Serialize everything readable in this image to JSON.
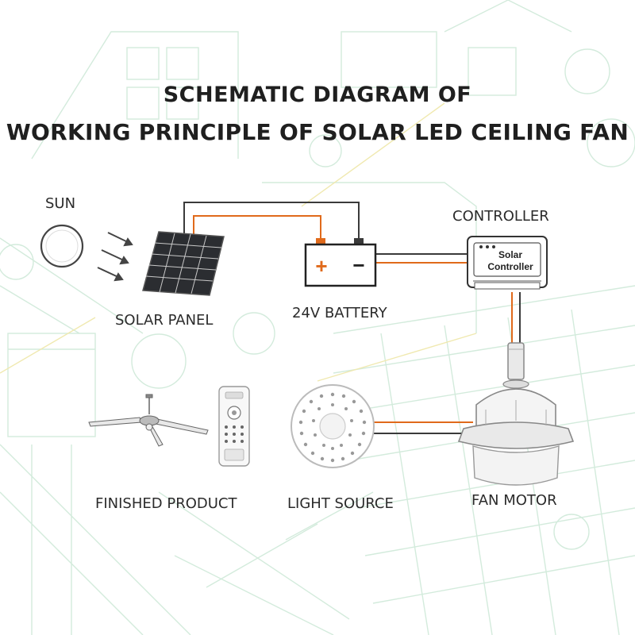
{
  "title": {
    "line1": "SCHEMATIC DIAGRAM OF",
    "line2": "WORKING PRINCIPLE OF SOLAR LED CEILING FAN"
  },
  "labels": {
    "sun": "SUN",
    "solar_panel": "SOLAR PANEL",
    "battery": "24V BATTERY",
    "controller": "CONTROLLER",
    "finished_product": "FINISHED PRODUCT",
    "light_source": "LIGHT SOURCE",
    "fan_motor": "FAN MOTOR"
  },
  "battery_terminals": {
    "positive": "+",
    "negative": "−"
  },
  "controller_device": {
    "line1": "Solar",
    "line2": "Controller"
  },
  "colors": {
    "title": "#1f1f1f",
    "positive_wire": "#e06a1b",
    "negative_wire": "#3a3a3a",
    "background_sketch": "#cfe8d9"
  }
}
